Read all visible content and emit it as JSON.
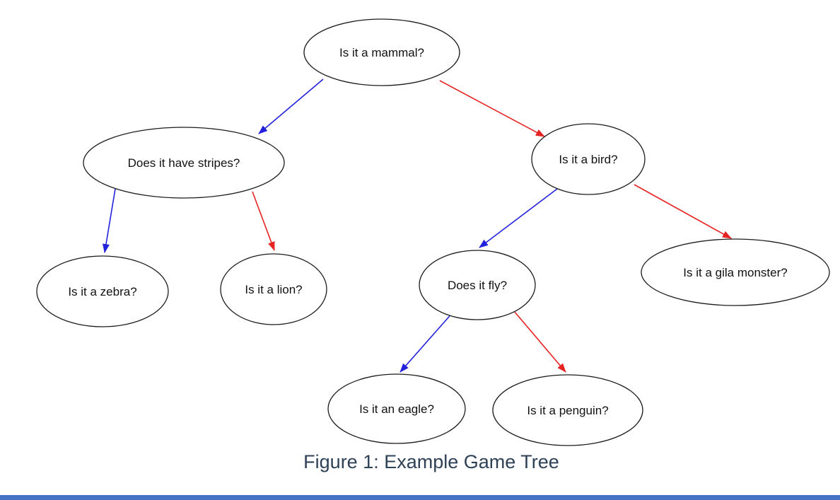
{
  "figure": {
    "caption": "Figure 1: Example Game Tree"
  },
  "diagram": {
    "type": "decision-tree",
    "nodes": [
      {
        "id": "mammal",
        "label": "Is it a mammal?"
      },
      {
        "id": "stripes",
        "label": "Does it have stripes?"
      },
      {
        "id": "bird",
        "label": "Is it a bird?"
      },
      {
        "id": "zebra",
        "label": "Is it a zebra?"
      },
      {
        "id": "lion",
        "label": "Is it a lion?"
      },
      {
        "id": "fly",
        "label": "Does it fly?"
      },
      {
        "id": "gila",
        "label": "Is it a gila monster?"
      },
      {
        "id": "eagle",
        "label": "Is it an eagle?"
      },
      {
        "id": "penguin",
        "label": "Is it a penguin?"
      }
    ],
    "edges": [
      {
        "from": "mammal",
        "to": "stripes",
        "branch": "yes",
        "color": "#2222dd"
      },
      {
        "from": "mammal",
        "to": "bird",
        "branch": "no",
        "color": "#e62222"
      },
      {
        "from": "stripes",
        "to": "zebra",
        "branch": "yes",
        "color": "#2222dd"
      },
      {
        "from": "stripes",
        "to": "lion",
        "branch": "no",
        "color": "#e62222"
      },
      {
        "from": "bird",
        "to": "fly",
        "branch": "yes",
        "color": "#2222dd"
      },
      {
        "from": "bird",
        "to": "gila",
        "branch": "no",
        "color": "#e62222"
      },
      {
        "from": "fly",
        "to": "eagle",
        "branch": "yes",
        "color": "#2222dd"
      },
      {
        "from": "fly",
        "to": "penguin",
        "branch": "no",
        "color": "#e62222"
      }
    ]
  },
  "colors": {
    "yes_edge": "#2222dd",
    "no_edge": "#e62222",
    "node_stroke": "#1c1c1c",
    "caption_text": "#2f4156",
    "bottom_bar": "#4472c4",
    "background": "#ffffff"
  }
}
